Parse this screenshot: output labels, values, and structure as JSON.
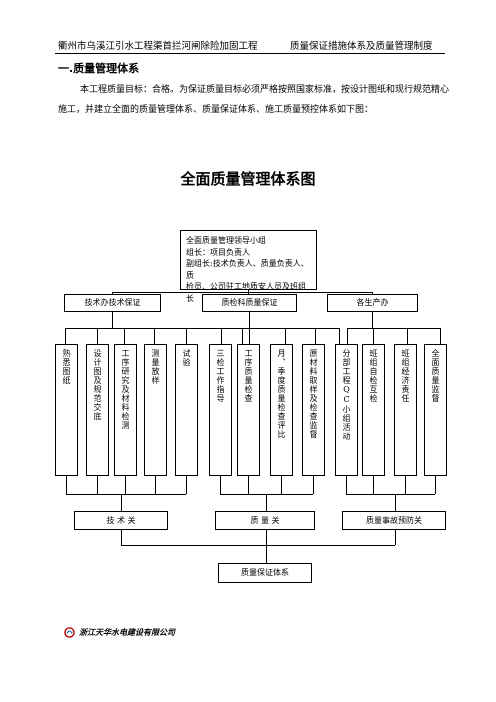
{
  "header": {
    "left": "衢州市乌溪江引水工程渠首拦河闸除险加固工程",
    "right": "质量保证措施体系及质量管理制度"
  },
  "section_title": "一.质量管理体系",
  "paragraph": "本工程质量目标：合格。为保证质量目标必须严格按照国家标准，按设计图纸和现行规范精心施工，并建立全面的质量管理体系、质量保证体系、施工质量预控体系如下图：",
  "chart_title": "全面质量管理体系图",
  "leader_box": {
    "line1": "全面质量管理领导小组",
    "line2": "组长：项目负责人",
    "line3": "副组长:技术负责人、质量负责人、质",
    "line4": "检员、公司驻工地质安人员及班组长"
  },
  "level2": [
    "技术办技术保证",
    "质检科质量保证",
    "各生产办"
  ],
  "level3": [
    "熟悉图纸",
    "设计图及规范交底",
    "工序研究及材料检测",
    "测量放样",
    "试验",
    "三检工作指导",
    "工序质量检查",
    "月、季度质量检查评比",
    "原材料取样及检查监督",
    "分部工程QC小组活动",
    "班组自检互检",
    "班组经济责任",
    "全面质量监督"
  ],
  "bottom": [
    "技 术 关",
    "质 量 关",
    "质量事故预防关"
  ],
  "final": "质量保证体系",
  "footer": "浙江天华水电建设有限公司",
  "colors": {
    "logo": "#c00000",
    "line": "#000000"
  }
}
